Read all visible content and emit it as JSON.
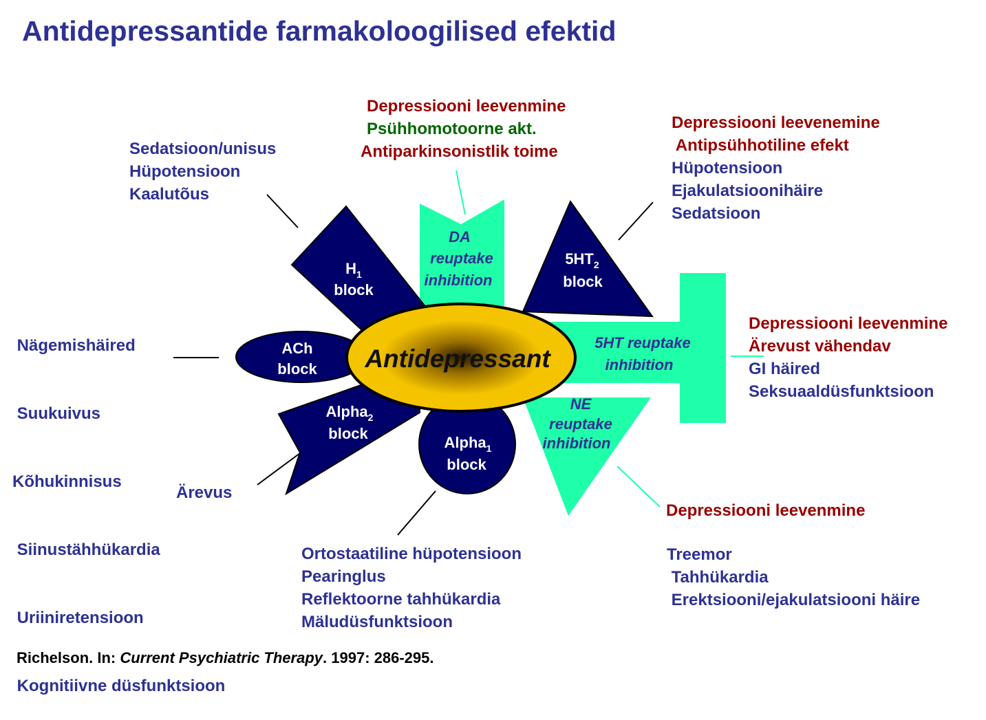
{
  "title": "Antidepressantide farmakoloogilised efektid",
  "center": "Antidepressant",
  "colors": {
    "navy": "#2e3192",
    "red": "#990000",
    "green": "#006600",
    "mint": "#1fffaa",
    "yellow": "#f5c400"
  },
  "blocks": {
    "h1": {
      "main": "H",
      "sub": "1",
      "line2": "block"
    },
    "ach": {
      "line1": "ACh",
      "line2": "block"
    },
    "alpha2": {
      "main": "Alpha",
      "sub": "2",
      "line2": "block"
    },
    "alpha1": {
      "main": "Alpha",
      "sub": "1",
      "line2": "block"
    },
    "ht2": {
      "main": "5HT",
      "sub": "2",
      "line2": "block"
    },
    "da": {
      "line1": "DA",
      "line2": "reuptake",
      "line3": "inhibition"
    },
    "ht_reuptake": {
      "line1": "5HT reuptake",
      "line2": "inhibition"
    },
    "ne": {
      "line1": "NE",
      "line2": "reuptake",
      "line3": "inhibition"
    }
  },
  "effects": {
    "h1": [
      "Sedatsioon/unisus",
      "Hüpotensioon",
      "Kaalutõus"
    ],
    "da": [
      "Depressiooni leevenmine",
      "Psühhomotoorne akt.",
      "Antiparkinsonistlik toime"
    ],
    "ht2": [
      "Depressiooni leevenemine",
      " Antipsühhotiline efekt",
      "Hüpotensioon",
      "Ejakulatsioonihäire",
      "Sedatsioon"
    ],
    "ach": [
      " Nägemishäired",
      " Suukuivus",
      "Kõhukinnisus",
      " Siinustähhükardia",
      " Uriiniretensioon",
      " Kognitiivne düsfunktsioon"
    ],
    "ht_reuptake": [
      "Depressiooni leevenmine",
      "Ärevust vähendav",
      "GI häired",
      "Seksuaaldüsfunktsioon"
    ],
    "alpha2": "Ärevus",
    "alpha1": [
      "Ortostaatiline hüpotensioon",
      "Pearinglus",
      "Reflektoorne tahhükardia",
      "Mäludüsfunktsioon"
    ],
    "ne_top": "Depressiooni leevenmine",
    "ne_bottom": [
      "Treemor",
      " Tahhükardia",
      " Erektsiooni/ejakulatsiooni häire"
    ]
  },
  "citation": {
    "author": "Richelson. In: ",
    "source": "Current Psychiatric Therapy",
    "details": ". 1997: 286-295."
  }
}
